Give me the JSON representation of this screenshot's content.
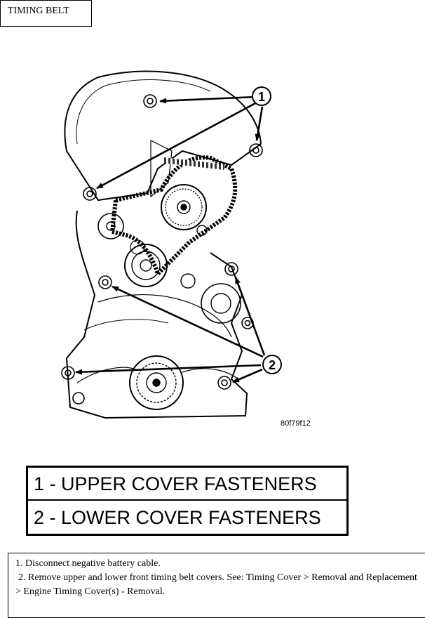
{
  "header": {
    "title": "TIMING BELT"
  },
  "figure": {
    "callouts": [
      "1",
      "2"
    ],
    "figure_code": "80f79f12",
    "legend": [
      {
        "number": "1",
        "label": "1 - UPPER COVER FASTENERS"
      },
      {
        "number": "2",
        "label": "2 - LOWER COVER FASTENERS"
      }
    ]
  },
  "procedure": {
    "steps": [
      "1. Disconnect negative battery cable.",
      "2. Remove upper and lower front timing belt covers. See: Timing Cover > Removal and Replacement > Engine Timing Cover(s) - Removal."
    ]
  }
}
